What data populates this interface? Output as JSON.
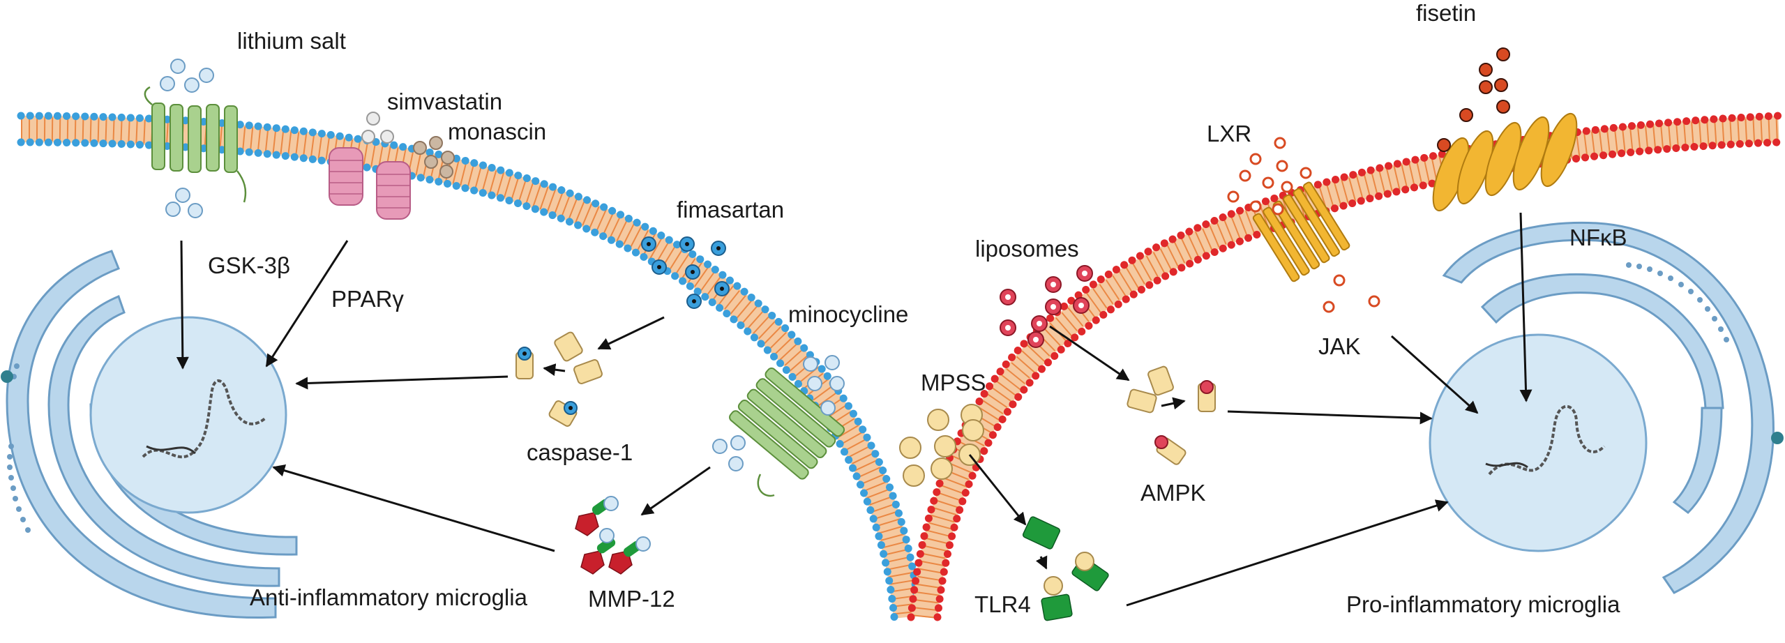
{
  "labels": {
    "lithium_salt": "lithium salt",
    "simvastatin": "simvastatin",
    "monascin": "monascin",
    "gsk3b": "GSK-3β",
    "ppar_gamma": "PPARγ",
    "fimasartan": "fimasartan",
    "minocycline": "minocycline",
    "caspase1": "caspase-1",
    "mmp12": "MMP-12",
    "anti_inflammatory": "Anti-inflammatory microglia",
    "fisetin": "fisetin",
    "lxr": "LXR",
    "liposomes": "liposomes",
    "nfkb": "NFκB",
    "jak": "JAK",
    "mpss": "MPSS",
    "ampk": "AMPK",
    "tlr4": "TLR4",
    "pro_inflammatory": "Pro-inflammatory microglia"
  },
  "colors": {
    "left_membrane_head": "#3a9fdc",
    "right_membrane_head": "#e0282a",
    "membrane_tail": "#e9813a",
    "nucleus_fill": "#d5e8f5",
    "nucleus_stroke": "#7aa9cf",
    "er_fill": "#b9d6ec",
    "receptor_green": "#a9d18e",
    "receptor_pink": "#e79ab8",
    "receptor_yellow": "#f2b632",
    "particle_cream": "#f7dfa3",
    "mmp_red": "#c8202c",
    "tlr4_green": "#1f9a3b",
    "fisetin_orange": "#d84a22"
  }
}
